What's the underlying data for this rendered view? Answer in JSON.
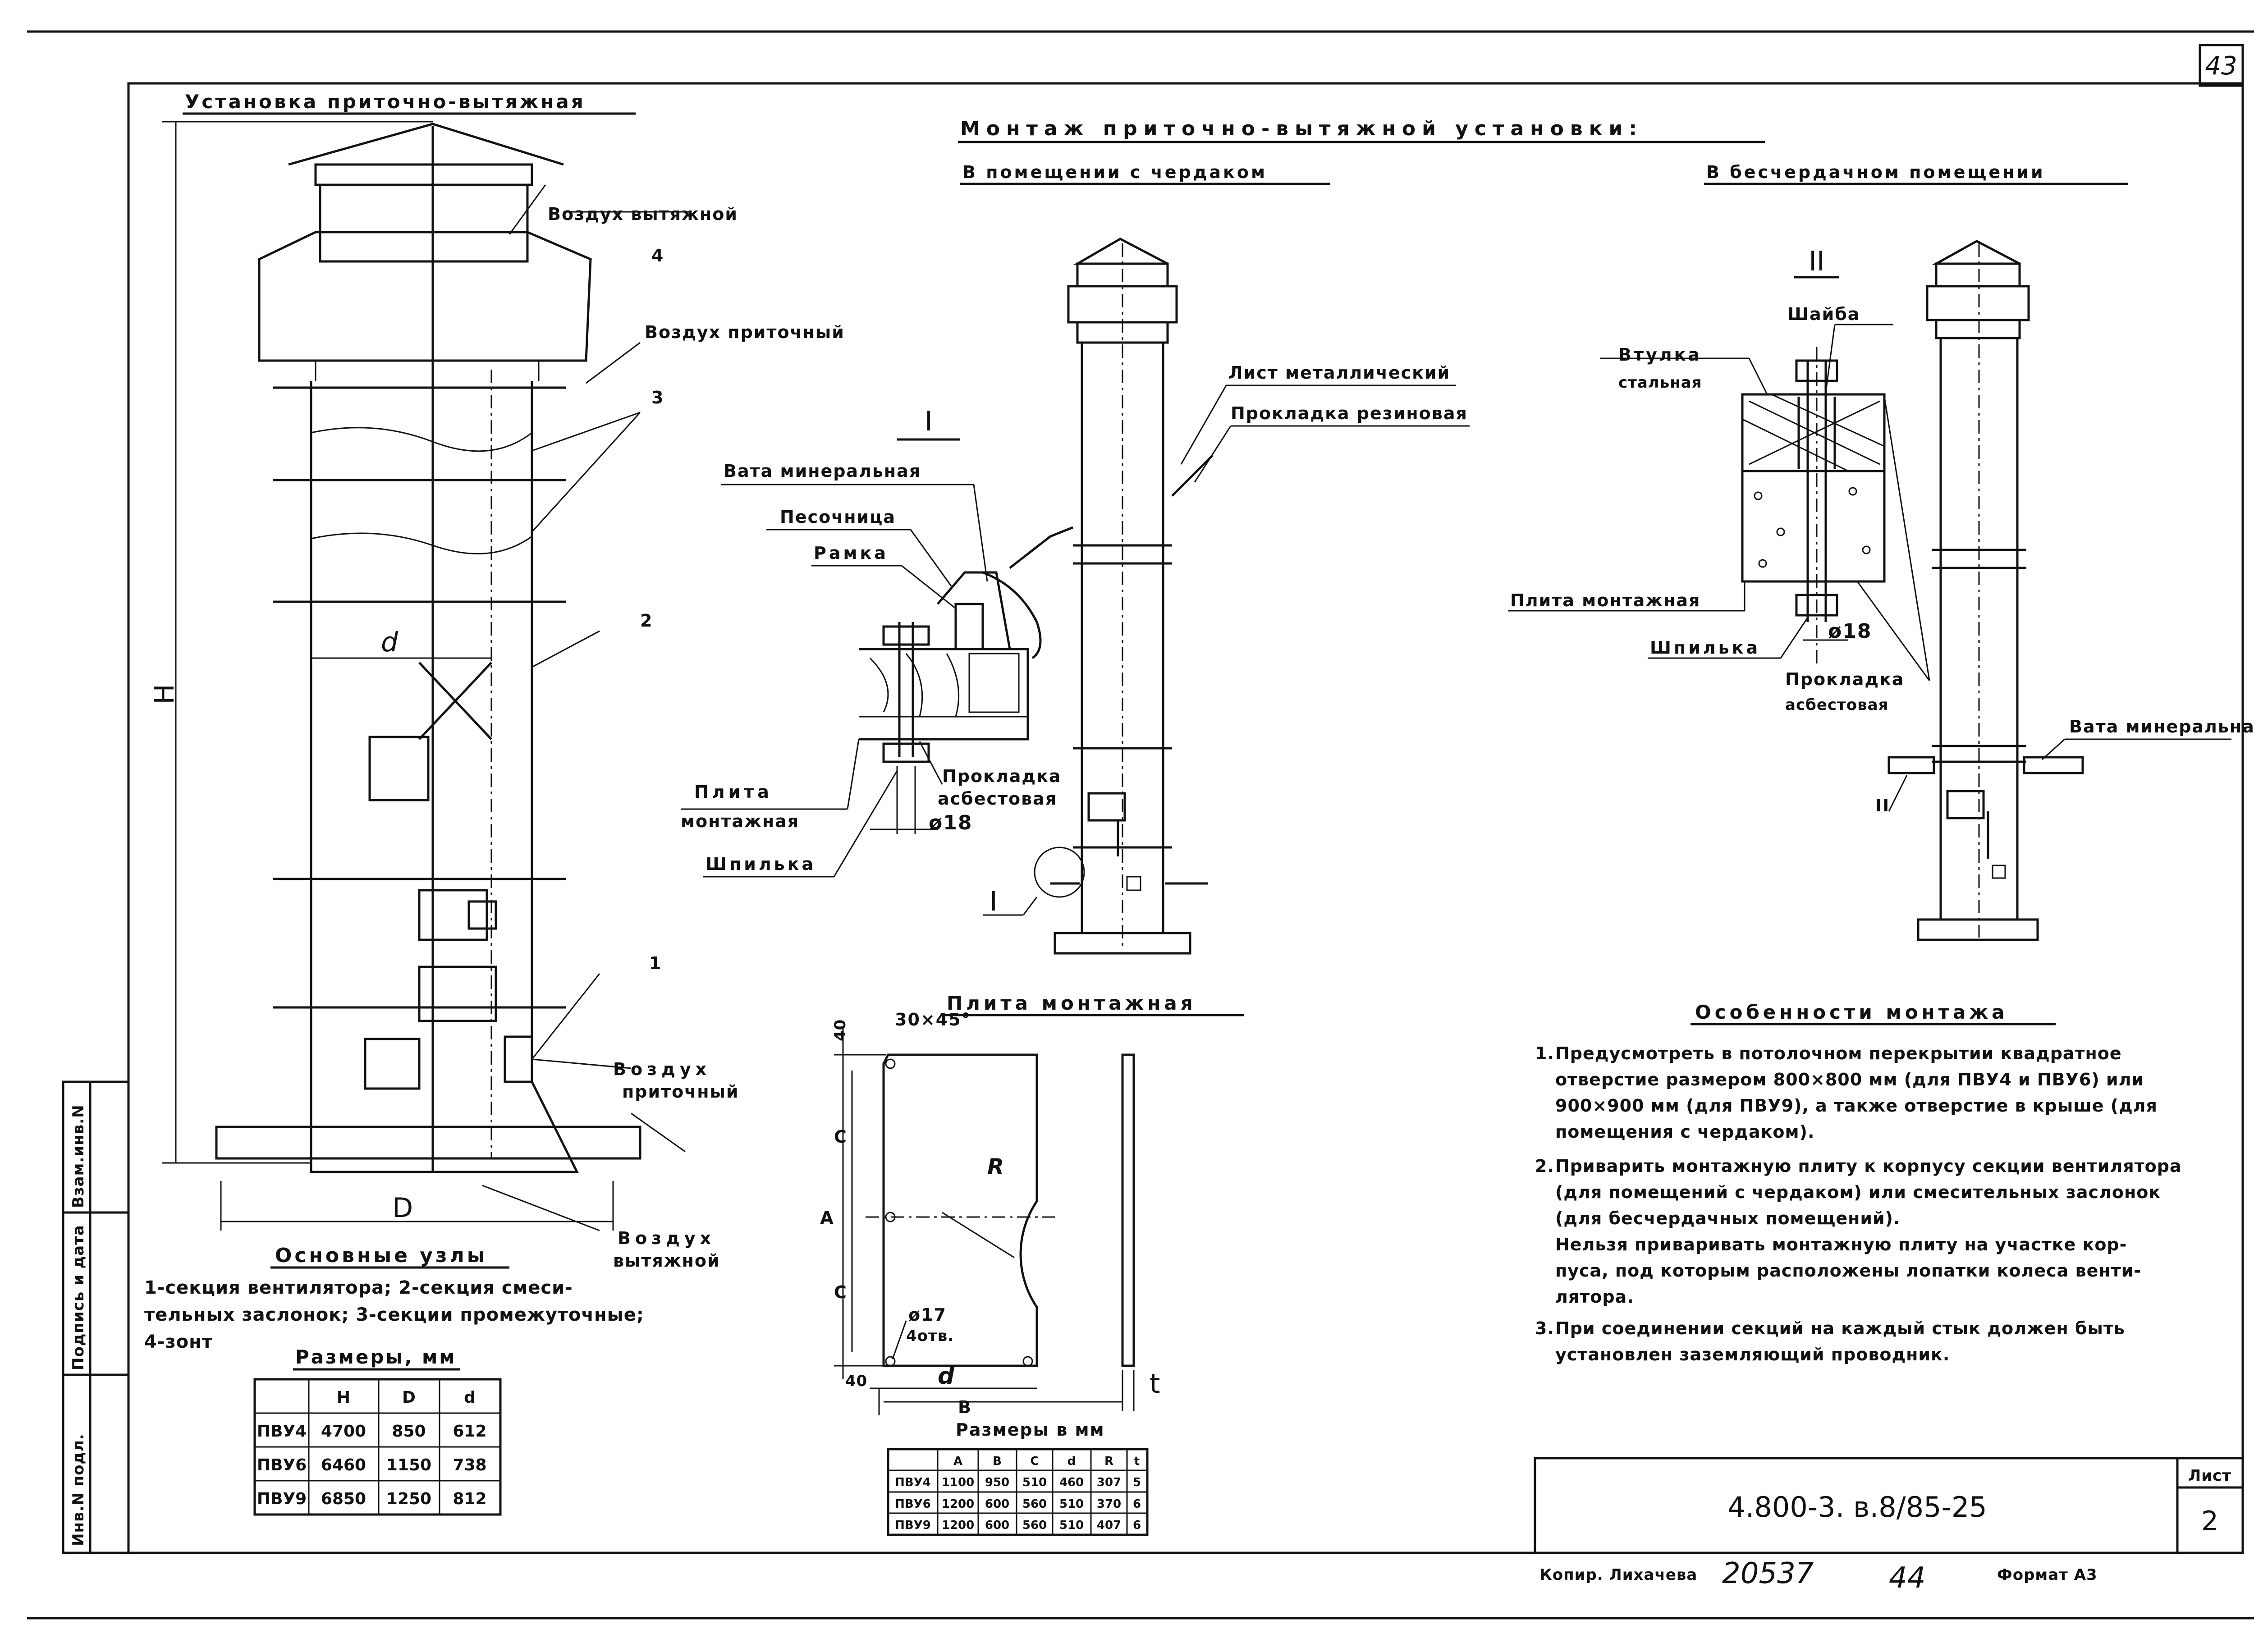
{
  "sheet": {
    "page_number": "43",
    "doc_code": "4.800-3. в.8/85-25",
    "sheet_label": "Лист",
    "sheet_number": "2",
    "copied_by": "Копир. Лихачева",
    "stamp_number": "20537",
    "hand_number": "44",
    "format": "Формат А3",
    "side_stamp": [
      "Инв.N подл.",
      "Подпись и дата",
      "Взам.инв.N"
    ]
  },
  "unit_view": {
    "title": "Установка приточно-вытяжная",
    "labels": {
      "air_exhaust_top": "Воздух вытяжной",
      "air_supply_top": "Воздух приточный",
      "air_supply_bottom_1": "Воздух",
      "air_supply_bottom_2": "приточный",
      "air_exhaust_bottom_1": "Воздух",
      "air_exhaust_bottom_2": "вытяжной",
      "dim_H": "H",
      "dim_d": "d",
      "dim_D": "D",
      "callout_1": "1",
      "callout_2": "2",
      "callout_3": "3",
      "callout_4": "4"
    }
  },
  "main_nodes": {
    "title": "Основные узлы",
    "lines": [
      "1-секция вентилятора; 2-секция смеси-",
      "тельных заслонок; 3-секции промежуточные;",
      "4-зонт"
    ]
  },
  "sizes_table": {
    "title": "Размеры, мм",
    "headers": [
      "",
      "H",
      "D",
      "d"
    ],
    "rows": [
      [
        "ПВУ4",
        "4700",
        "850",
        "612"
      ],
      [
        "ПВУ6",
        "6460",
        "1150",
        "738"
      ],
      [
        "ПВУ9",
        "6850",
        "1250",
        "812"
      ]
    ]
  },
  "mounting": {
    "title": "Монтаж приточно-вытяжной установки:",
    "with_attic": "В помещении с чердаком",
    "without_attic": "В бесчердачном помещении",
    "detail_I": {
      "mark": "I",
      "labels": {
        "mineral_wool": "Вата минеральная",
        "sand_box": "Песочница",
        "frame": "Рамка",
        "plate_1": "Плита",
        "plate_2": "монтажная",
        "stud": "Шпилька",
        "gasket_1": "Прокладка",
        "gasket_2": "асбестовая",
        "diameter": "ø18"
      }
    },
    "attic_labels": {
      "metal_sheet": "Лист металлический",
      "rubber_gasket": "Прокладка резиновая",
      "mark_I": "I"
    },
    "detail_II": {
      "mark": "II",
      "labels": {
        "washer": "Шайба",
        "bushing_1": "Втулка",
        "bushing_2": "стальная",
        "plate": "Плита монтажная",
        "stud": "Шпилька",
        "diameter": "ø18",
        "gasket_1": "Прокладка",
        "gasket_2": "асбестовая"
      }
    },
    "roof_labels": {
      "mineral_wool": "Вата минеральная",
      "mark_II": "II"
    }
  },
  "plate": {
    "title": "Плита монтажная",
    "labels": {
      "chamfer": "30×45°",
      "dim_40_top": "40",
      "dim_C_top": "C",
      "dim_A": "A",
      "dim_C_bottom": "C",
      "dim_40_bottom": "40",
      "dim_d": "d",
      "dim_B": "B",
      "dim_R": "R",
      "dim_t": "t",
      "hole": "ø17",
      "hole_count": "4отв."
    },
    "table": {
      "title": "Размеры в мм",
      "headers": [
        "",
        "A",
        "B",
        "C",
        "d",
        "R",
        "t"
      ],
      "rows": [
        [
          "ПВУ4",
          "1100",
          "950",
          "510",
          "460",
          "307",
          "5"
        ],
        [
          "ПВУ6",
          "1200",
          "600",
          "560",
          "510",
          "370",
          "6"
        ],
        [
          "ПВУ9",
          "1200",
          "600",
          "560",
          "510",
          "407",
          "6"
        ]
      ]
    }
  },
  "notes": {
    "title": "Особенности монтажа",
    "items": [
      {
        "num": "1.",
        "lines": [
          "Предусмотреть в потолочном перекрытии квадратное",
          "отверстие размером 800×800 мм (для ПВУ4 и ПВУ6) или",
          "900×900 мм (для ПВУ9), а также отверстие в крыше (для",
          "помещения с чердаком)."
        ]
      },
      {
        "num": "2.",
        "lines": [
          "Приварить монтажную плиту к корпусу секции вентилятора",
          "(для помещений с чердаком) или смесительных заслонок",
          "(для бесчердачных помещений).",
          "Нельзя приваривать монтажную плиту на участке кор-",
          "пуса, под которым расположены лопатки колеса венти-",
          "лятора."
        ]
      },
      {
        "num": "3.",
        "lines": [
          "При соединении секций на каждый стык должен быть",
          "установлен заземляющий проводник."
        ]
      }
    ]
  }
}
